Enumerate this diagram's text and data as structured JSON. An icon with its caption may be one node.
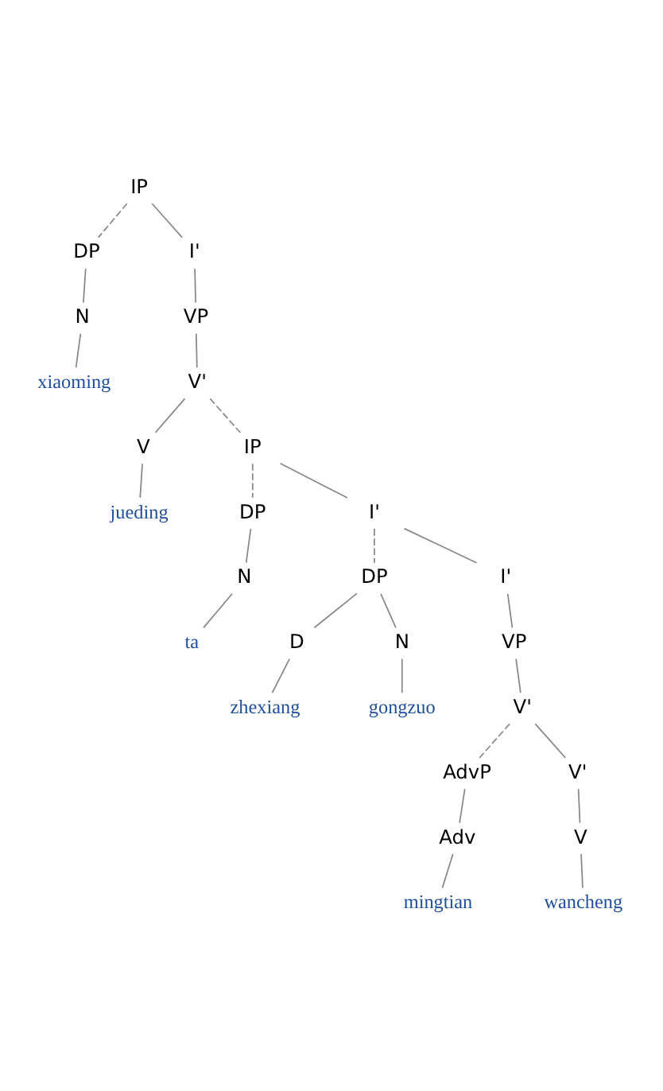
{
  "diagram": {
    "nodes": [
      {
        "text": [
          "IP"
        ]
      },
      {
        "text": [
          "DP"
        ]
      },
      {
        "text": [
          "N"
        ]
      },
      {
        "text": [
          "xiaoming"
        ]
      },
      {
        "text": [
          "I'"
        ]
      },
      {
        "text": [
          "VP"
        ]
      },
      {
        "text": [
          "V'"
        ]
      },
      {
        "text": [
          "V"
        ]
      },
      {
        "text": [
          "jueding"
        ]
      },
      {
        "text": [
          "IP"
        ]
      },
      {
        "text": [
          "DP"
        ]
      },
      {
        "text": [
          "N"
        ]
      },
      {
        "text": [
          "ta"
        ]
      },
      {
        "text": [
          "I'"
        ]
      },
      {
        "text": [
          "DP"
        ]
      },
      {
        "text": [
          "D"
        ]
      },
      {
        "text": [
          "zhexiang"
        ]
      },
      {
        "text": [
          "N"
        ]
      },
      {
        "text": [
          "gongzuo"
        ]
      },
      {
        "text": [
          "I'"
        ]
      },
      {
        "text": [
          "VP"
        ]
      },
      {
        "text": [
          "V'"
        ]
      },
      {
        "text": [
          "AdvP"
        ]
      },
      {
        "text": [
          "Adv"
        ]
      },
      {
        "text": [
          "mingtian"
        ]
      },
      {
        "text": [
          "V'"
        ]
      },
      {
        "text": [
          "V"
        ]
      },
      {
        "text": [
          "wancheng"
        ]
      }
    ],
    "edges": [
      {
        "from": 0,
        "to": 1,
        "arrow": "none",
        "style": "dashed"
      },
      {
        "from": 1,
        "to": 2,
        "arrow": "none"
      },
      {
        "from": 2,
        "to": 3,
        "arrow": "none"
      },
      {
        "from": 0,
        "to": 4,
        "arrow": "none"
      },
      {
        "from": 4,
        "to": 5,
        "arrow": "none"
      },
      {
        "from": 5,
        "to": 6,
        "arrow": "none"
      },
      {
        "from": 6,
        "to": 7,
        "arrow": "none"
      },
      {
        "from": 7,
        "to": 8,
        "arrow": "none"
      },
      {
        "from": 6,
        "to": 9,
        "arrow": "none",
        "style": "dashed"
      },
      {
        "from": 9,
        "to": 10,
        "arrow": "none",
        "style": "dashed"
      },
      {
        "from": 10,
        "to": 11,
        "arrow": "none"
      },
      {
        "from": 11,
        "to": 12,
        "arrow": "none"
      },
      {
        "from": 9,
        "to": 13,
        "arrow": "none"
      },
      {
        "from": 13,
        "to": 14,
        "arrow": "none",
        "style": "dashed"
      },
      {
        "from": 14,
        "to": 15,
        "arrow": "none"
      },
      {
        "from": 15,
        "to": 16,
        "arrow": "none"
      },
      {
        "from": 14,
        "to": 17,
        "arrow": "none"
      },
      {
        "from": 17,
        "to": 18,
        "arrow": "none"
      },
      {
        "from": 13,
        "to": 19,
        "arrow": "none"
      },
      {
        "from": 19,
        "to": 20,
        "arrow": "none"
      },
      {
        "from": 20,
        "to": 21,
        "arrow": "none"
      },
      {
        "from": 21,
        "to": 22,
        "arrow": "none",
        "style": "dashed"
      },
      {
        "from": 22,
        "to": 23,
        "arrow": "none"
      },
      {
        "from": 23,
        "to": 24,
        "arrow": "none"
      },
      {
        "from": 21,
        "to": 25,
        "arrow": "none"
      },
      {
        "from": 25,
        "to": 26,
        "arrow": "none"
      },
      {
        "from": 26,
        "to": 27,
        "arrow": "none"
      }
    ]
  }
}
